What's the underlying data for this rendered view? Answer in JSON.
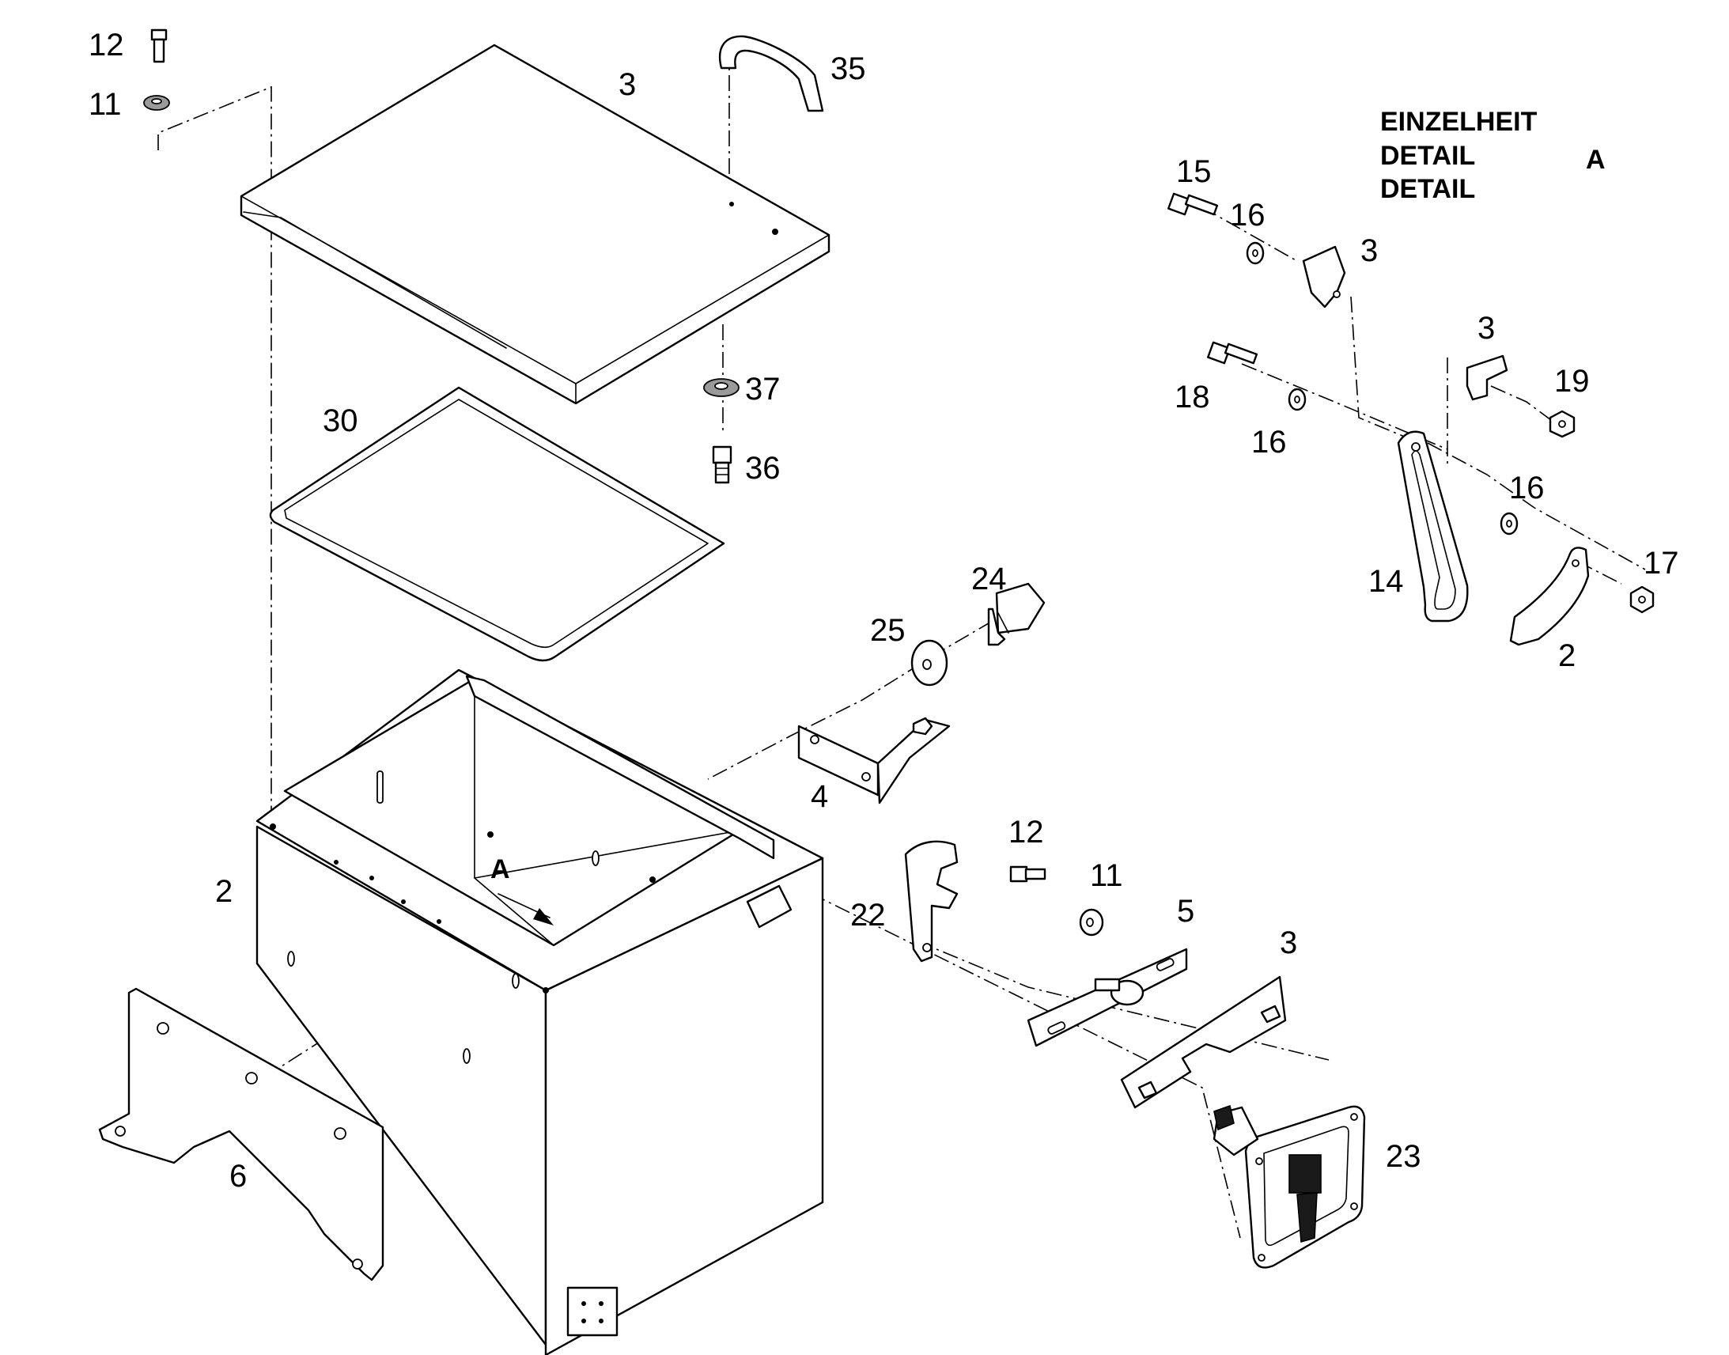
{
  "detail_header": {
    "line1": "EINZELHEIT",
    "line2": "DETAIL",
    "line3": "DETAIL",
    "marker": "A"
  },
  "view_marker": "A",
  "callouts": {
    "main": {
      "c12": "12",
      "c11": "11",
      "c3_cover": "3",
      "c35": "35",
      "c37": "37",
      "c36": "36",
      "c30": "30",
      "c24": "24",
      "c25": "25",
      "c4": "4",
      "c2": "2",
      "c22": "22",
      "c12b": "12",
      "c11b": "11",
      "c5": "5",
      "c3b": "3",
      "c6": "6",
      "c23": "23"
    },
    "detail": {
      "c15": "15",
      "c16a": "16",
      "c3a": "3",
      "c3b": "3",
      "c19": "19",
      "c18": "18",
      "c16b": "16",
      "c16c": "16",
      "c17": "17",
      "c14": "14",
      "c2": "2"
    }
  }
}
